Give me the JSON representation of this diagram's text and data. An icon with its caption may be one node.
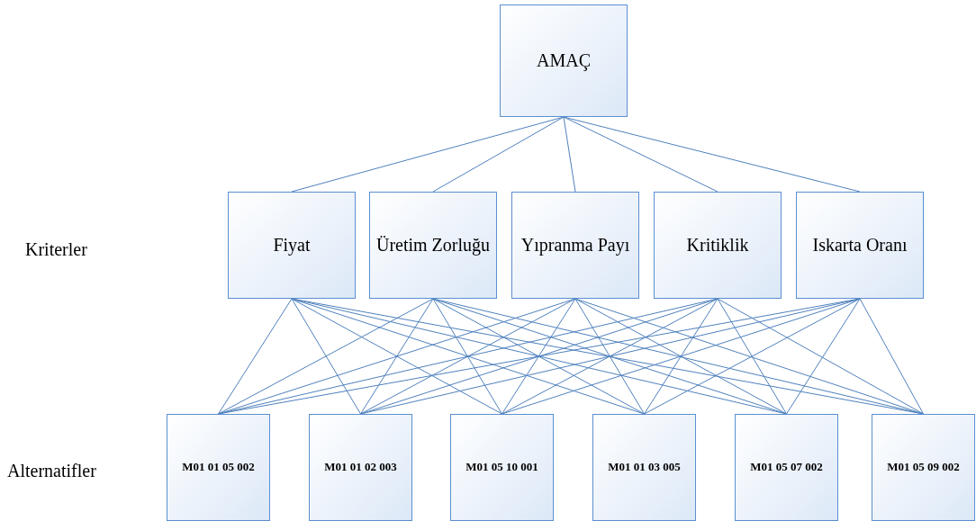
{
  "diagram": {
    "nodes": [
      {
        "text": [
          "AMAÇ"
        ]
      },
      {
        "text": [
          "Fiyat"
        ]
      },
      {
        "text": [
          "Üretim Zorluğu"
        ]
      },
      {
        "text": [
          "Yıpranma Payı"
        ]
      },
      {
        "text": [
          "Kritiklik"
        ]
      },
      {
        "text": [
          "Iskarta Oranı"
        ]
      },
      {
        "text": [
          "M01 01 05 002"
        ]
      },
      {
        "text": [
          "M01 01 02 003"
        ]
      },
      {
        "text": [
          "M01 05 10 001"
        ]
      },
      {
        "text": [
          "M01 01 03 005"
        ]
      },
      {
        "text": [
          "M01 05 07 002"
        ]
      },
      {
        "text": [
          "M01 05 09 002"
        ]
      }
    ],
    "edges": [
      {
        "from": 0,
        "to": 1,
        "arrow": "none"
      },
      {
        "from": 0,
        "to": 2,
        "arrow": "none"
      },
      {
        "from": 0,
        "to": 3,
        "arrow": "none"
      },
      {
        "from": 0,
        "to": 4,
        "arrow": "none"
      },
      {
        "from": 0,
        "to": 5,
        "arrow": "none"
      },
      {
        "from": 1,
        "to": 6,
        "arrow": "none"
      },
      {
        "from": 1,
        "to": 7,
        "arrow": "none"
      },
      {
        "from": 1,
        "to": 8,
        "arrow": "none"
      },
      {
        "from": 1,
        "to": 9,
        "arrow": "none"
      },
      {
        "from": 1,
        "to": 10,
        "arrow": "none"
      },
      {
        "from": 1,
        "to": 11,
        "arrow": "none"
      },
      {
        "from": 2,
        "to": 6,
        "arrow": "none"
      },
      {
        "from": 2,
        "to": 7,
        "arrow": "none"
      },
      {
        "from": 2,
        "to": 8,
        "arrow": "none"
      },
      {
        "from": 2,
        "to": 9,
        "arrow": "none"
      },
      {
        "from": 2,
        "to": 10,
        "arrow": "none"
      },
      {
        "from": 2,
        "to": 11,
        "arrow": "none"
      },
      {
        "from": 3,
        "to": 6,
        "arrow": "none"
      },
      {
        "from": 3,
        "to": 7,
        "arrow": "none"
      },
      {
        "from": 3,
        "to": 8,
        "arrow": "none"
      },
      {
        "from": 3,
        "to": 9,
        "arrow": "none"
      },
      {
        "from": 3,
        "to": 10,
        "arrow": "none"
      },
      {
        "from": 3,
        "to": 11,
        "arrow": "none"
      },
      {
        "from": 4,
        "to": 6,
        "arrow": "none"
      },
      {
        "from": 4,
        "to": 7,
        "arrow": "none"
      },
      {
        "from": 4,
        "to": 8,
        "arrow": "none"
      },
      {
        "from": 4,
        "to": 9,
        "arrow": "none"
      },
      {
        "from": 4,
        "to": 10,
        "arrow": "none"
      },
      {
        "from": 4,
        "to": 11,
        "arrow": "none"
      },
      {
        "from": 5,
        "to": 6,
        "arrow": "none"
      },
      {
        "from": 5,
        "to": 7,
        "arrow": "none"
      },
      {
        "from": 5,
        "to": 8,
        "arrow": "none"
      },
      {
        "from": 5,
        "to": 9,
        "arrow": "none"
      },
      {
        "from": 5,
        "to": 10,
        "arrow": "none"
      },
      {
        "from": 5,
        "to": 11,
        "arrow": "none"
      }
    ],
    "labels": [
      "Kriterler",
      "Alternatifler"
    ]
  }
}
